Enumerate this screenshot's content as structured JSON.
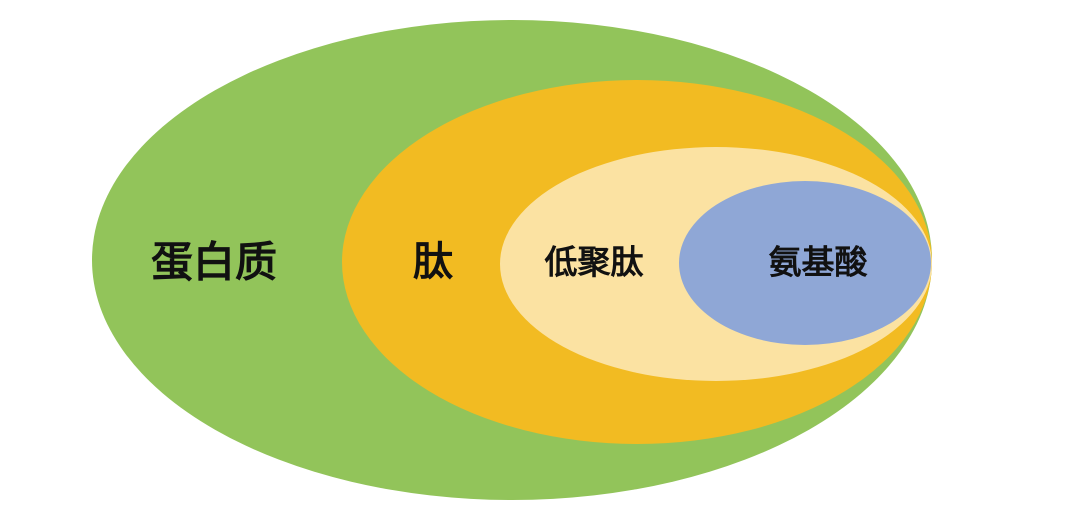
{
  "diagram": {
    "type": "nested-ellipses",
    "levels": [
      {
        "label": "蛋白质",
        "color": "#92c45a"
      },
      {
        "label": "肽",
        "color": "#f2bb22"
      },
      {
        "label": "低聚肽",
        "color": "#fbe2a2"
      },
      {
        "label": "氨基酸",
        "color": "#8fa7d6"
      }
    ]
  }
}
